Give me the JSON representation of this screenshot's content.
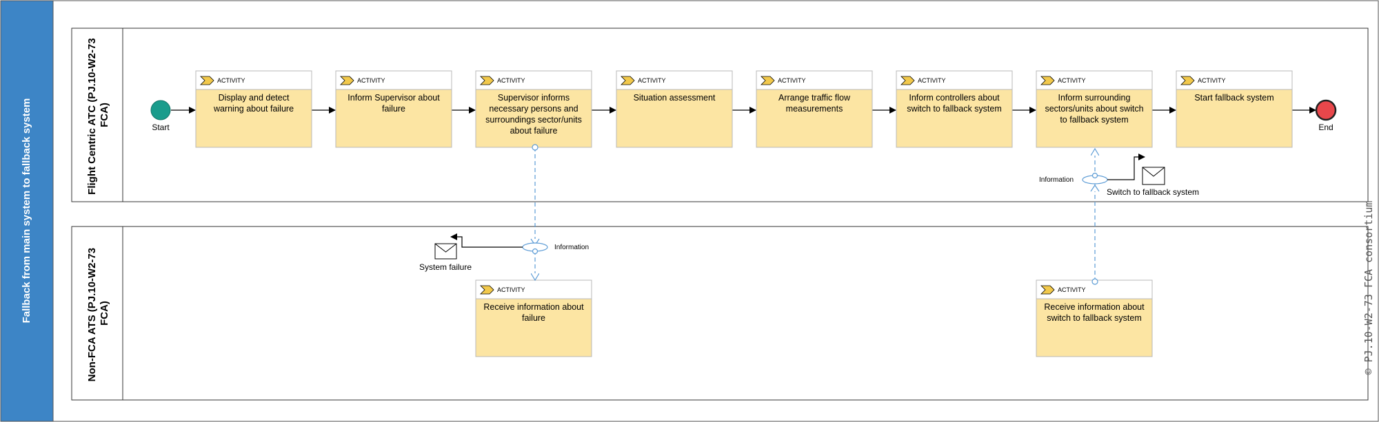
{
  "pool": {
    "title": "Fallback from main system to fallback system"
  },
  "lanes": [
    {
      "title_line1": "Flight Centric ATC (PJ.10-W2-73",
      "title_line2": "FCA)"
    },
    {
      "title_line1": "Non-FCA ATS (PJ.10-W2-73",
      "title_line2": "FCA)"
    }
  ],
  "activity_tag": "ACTIVITY",
  "activities": [
    {
      "lines": [
        "Display and detect",
        "warning about failure"
      ]
    },
    {
      "lines": [
        "Inform Supervisor about",
        "failure"
      ]
    },
    {
      "lines": [
        "Supervisor informs",
        "necessary persons and",
        "surroundings sector/units",
        "about failure"
      ]
    },
    {
      "lines": [
        "Situation assessment"
      ]
    },
    {
      "lines": [
        "Arrange traffic flow",
        "measurements"
      ]
    },
    {
      "lines": [
        "Inform controllers about",
        "switch to fallback system"
      ]
    },
    {
      "lines": [
        "Inform surrounding",
        "sectors/units about switch",
        "to fallback system"
      ]
    },
    {
      "lines": [
        "Start fallback system"
      ]
    },
    {
      "lines": [
        "Receive information about",
        "failure"
      ]
    },
    {
      "lines": [
        "Receive information about",
        "switch to fallback system"
      ]
    }
  ],
  "events": {
    "start": "Start",
    "end": "End"
  },
  "messages": {
    "information_1": "Information",
    "information_2": "Information",
    "system_failure": "System failure",
    "switch_fallback": "Switch to fallback system"
  },
  "copyright": "© PJ.10-W2-73 FCA consortium",
  "colors": {
    "pool_header": "#3d85c6",
    "activity_fill": "#fce5a3",
    "activity_border": "#b8b8b8",
    "start_fill": "#1a9c8c",
    "end_fill": "#e8474b",
    "chevron_fill": "#f2c94c",
    "message_line": "#5b9bd5"
  }
}
